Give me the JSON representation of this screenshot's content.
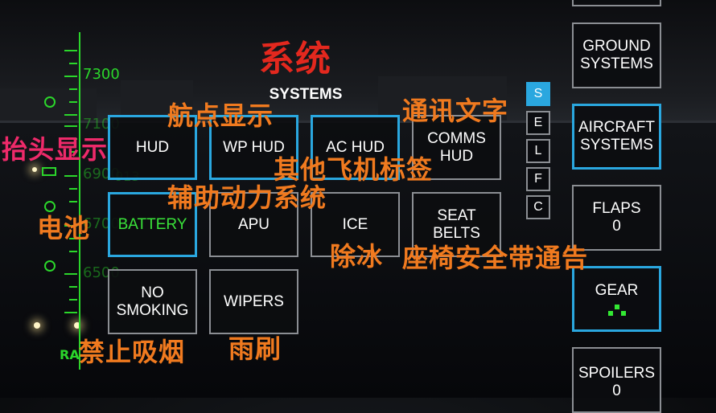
{
  "hud": {
    "altitudes": [
      "7300",
      "7100",
      "6900",
      "6700",
      "6500"
    ],
    "radio_altimeter_label": "RA",
    "ghost_readout": "913"
  },
  "panel": {
    "title": "SYSTEMS",
    "tiles": [
      {
        "label": "HUD",
        "active": true
      },
      {
        "label": "WP HUD",
        "active": true
      },
      {
        "label": "AC HUD",
        "active": true
      },
      {
        "label": "COMMS\nHUD",
        "active": false
      },
      {
        "label": "BATTERY",
        "active": true,
        "color": "#3ae33a"
      },
      {
        "label": "APU",
        "active": false
      },
      {
        "label": "ICE",
        "active": false
      },
      {
        "label": "SEAT\nBELTS",
        "active": false
      },
      {
        "label": "NO\nSMOKING",
        "active": false
      },
      {
        "label": "WIPERS",
        "active": false
      }
    ]
  },
  "side_tabs": [
    "S",
    "E",
    "L",
    "F",
    "C"
  ],
  "right_column": {
    "ground_systems": "GROUND\nSYSTEMS",
    "aircraft_systems": "AIRCRAFT\nSYSTEMS",
    "flaps_label": "FLAPS",
    "flaps_value": "0",
    "gear_label": "GEAR",
    "gear_icon": "gear-down-indicator-icon",
    "spoilers_label": "SPOILERS",
    "spoilers_value": "0"
  },
  "annotations": {
    "systems": "系统",
    "hud": "抬头显示",
    "wp_hud": "航点显示",
    "comms_hud": "通讯文字",
    "ac_hud": "其他飞机标签",
    "apu": "辅助动力系统",
    "battery": "电池",
    "ice": "除冰",
    "seat_belts": "座椅安全带通告",
    "no_smoking": "禁止吸烟",
    "wipers": "雨刷"
  },
  "colors": {
    "accent_blue": "#2aa7df",
    "hud_green": "#2bd62b",
    "annotation_orange": "#f07a1f",
    "annotation_red": "#e3281e",
    "annotation_pink": "#ee2a6a"
  }
}
